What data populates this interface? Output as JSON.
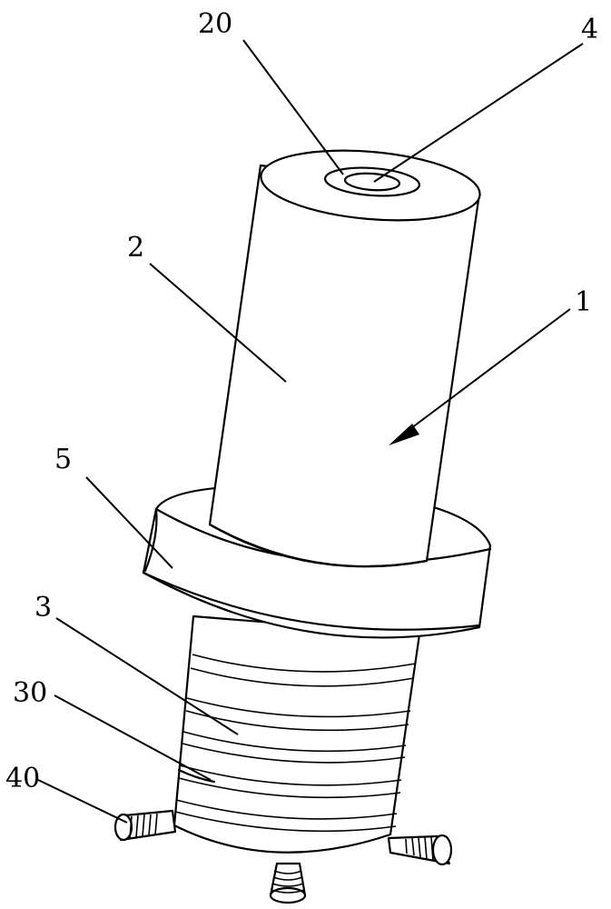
{
  "labels": {
    "l20": "20",
    "l4": "4",
    "l2": "2",
    "l1": "1",
    "l5": "5",
    "l3": "3",
    "l30": "30",
    "l40": "40"
  }
}
